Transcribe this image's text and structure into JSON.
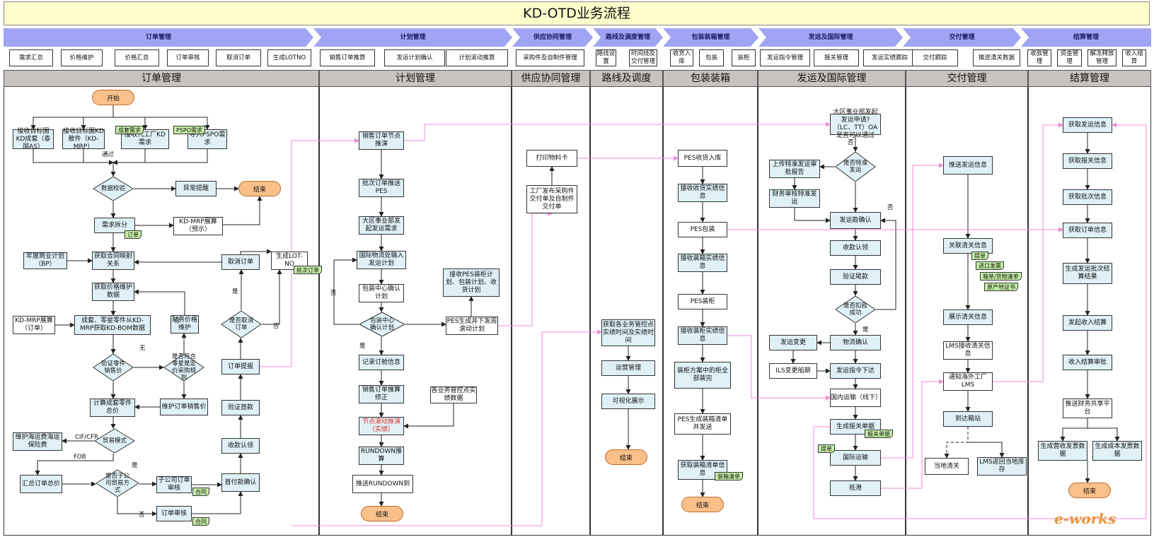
{
  "title": "KD-OTD业务流程",
  "phases": [
    "订单管理",
    "计划管理",
    "供应协同管理",
    "路线及调度管理",
    "包装装箱管理",
    "发运及国际管理",
    "交付管理",
    "结算管理"
  ],
  "subtabs": [
    "需求汇总",
    "价格维护",
    "价格汇总",
    "订单审核",
    "取消订单",
    "生成LOTNO",
    "销售订单推算",
    "发运计划确认",
    "计划滚动推算",
    "采购件及自制件管理",
    "路线设置",
    "时间线及交付管理",
    "收货入库",
    "包装",
    "装柜",
    "发运指令管理",
    "报关管理",
    "发运实绩跟踪",
    "交付跟踪",
    "推送清关数据",
    "收款管理",
    "资金管理",
    "解冻释放管理",
    "收入结算"
  ],
  "columns": [
    "订单管理",
    "计划管理",
    "供应协同管理",
    "路线及调度",
    "包装装箱",
    "发运及国际管理",
    "交付管理",
    "结算管理"
  ],
  "order": {
    "start": "开始",
    "end": "结束",
    "n1": "接收目标国KD成套（泰国AS）",
    "n2": "接收目标国KD散件（KD-MRP）",
    "n3": "接收代工厂KD需求",
    "n4": "导入PSPO需求",
    "d1": "数据校验",
    "alert": "异常提醒",
    "split": "需求拆分",
    "mrp1": "KD-MRP展算（预示）",
    "bp": "年度商业计划（BP）",
    "contract": "获取合同映射关系",
    "cancel": "取消订单",
    "lotno": "生成LOT-NO",
    "price": "获取价格维护数据",
    "mrp2": "KD-MRP展算（订单）",
    "bom": "成套、零星零件从KD-MRP获取KD-BOM数据",
    "finprice": "财务价格维护",
    "dcancel": "是否取消订单",
    "dverify": "验证零件销售价",
    "dfixed": "是否符合零星是定价采购规则",
    "maint": "维护订单销售价",
    "calc": "计算成套零件总价",
    "submit": "订单提报",
    "verifyfirst": "验证首款",
    "dtrade": "贸易模式",
    "seafee": "维护海运费海运保险费",
    "collect": "收款认领",
    "summary": "汇总订单总价",
    "dsub": "是否子公司贸易方式",
    "subaudit": "子公司订单审核",
    "audit": "订单审核",
    "firstpay": "首付款确认",
    "doc_set": "成套需求",
    "doc_pspo": "PSPO需求",
    "doc_order": "订单",
    "doc_batch": "批次订单",
    "doc_c1": "合同",
    "doc_c2": "合同",
    "l_pass": "通过",
    "l_yes": "是",
    "l_no": "否",
    "l_none": "无",
    "l_cif": "CIF/CFR",
    "l_fob": "FOB",
    "l_yes2": "是",
    "l_no2": "否",
    "l_no3": "否"
  },
  "plan": {
    "n1": "销售订单节点推演",
    "n2": "批次订单推送PES",
    "n3": "大区事业部发起发运需求",
    "n4": "国际物流处输入发运计划",
    "n5": "包装中心确认计划",
    "d1": "包装中心确认计划",
    "n6": "记录订舱信息",
    "n7": "销售订单推算修正",
    "n8": "节点滚动推演（实绩）",
    "n9": "RUNDOWN推算",
    "n10": "推送RUNDOWN到",
    "n11": "各业务管控点实绩数据",
    "end": "结束",
    "l_no": "否",
    "l_yes": "是"
  },
  "supply": {
    "n1": "打印物料卡",
    "n2": "工厂发布采购件交付单及自制件交付单",
    "n3": "接收PES装柜计划、包装计划、收货计划",
    "n4": "PES生成井下发周滚动计划"
  },
  "route": {
    "n1": "获取各业务管控点实绩时间及实绩时间",
    "n2": "运营管理",
    "n3": "可视化展示",
    "end": "结束"
  },
  "pack": {
    "n1": "PES收货入库",
    "n2": "接收收货实绩信息",
    "n3": "PES包装",
    "n4": "接收装箱实绩信息",
    "n5": "PES装柜",
    "n6": "接收装柜实绩信息",
    "n7": "装柜方案中的柜全部装完",
    "n8": "PES生成装箱清单并发送",
    "n9": "获取装箱清单信息",
    "doc1": "装箱清单",
    "end": "结束"
  },
  "ship": {
    "top": "大区事业部发起发运申请?（LC、TT）OA是否可以通过",
    "d1": "是否特准发运",
    "up": "上传特准发运审批报告",
    "fin": "财务审核特准发运",
    "confirm": "发运款确认",
    "claim": "收款认领",
    "tail": "验证尾款",
    "d2": "是否扣款成功",
    "logi": "物流确认",
    "change": "发运变更",
    "ils": "ILS变更船期",
    "cmd": "发运指令下达",
    "dom": "国内运输（线下）",
    "decl": "生成报关单据",
    "intl": "国际运输",
    "port": "抵港",
    "doc1": "报关单据",
    "doc2": "提单",
    "l_no": "否",
    "l_yes": "是",
    "l_no2": "否"
  },
  "deliv": {
    "n1": "推送发运信息",
    "n2": "关联清关信息",
    "n3": "展示清关信息",
    "n4": "LMS接收清关信息",
    "n5": "通知海外工厂LMS",
    "n6": "到达箱站",
    "n7": "当地清关",
    "n8": "LMS返回当地库存",
    "docs": [
      "提单",
      "进口发票",
      "箱单/货物清单",
      "原产地证书"
    ]
  },
  "settle": {
    "n1": "获取发运信息",
    "n2": "获取报关信息",
    "n3": "获取批次信息",
    "n4": "获取订单信息",
    "n5": "生成发运批次结算结果",
    "n6": "发起收入结算",
    "n7": "收入结算审批",
    "n8": "推送财务共享平台",
    "n9": "生成营收发票数据",
    "n10": "生成成本发票数据",
    "end": "结束"
  },
  "watermark": "e-works",
  "colors": {
    "chevron": "#9fa4f4",
    "cyan": "#dff1f6",
    "terminal": "#f9c08a",
    "doc": "#c7f0a6",
    "pink": "#f08ad8"
  }
}
